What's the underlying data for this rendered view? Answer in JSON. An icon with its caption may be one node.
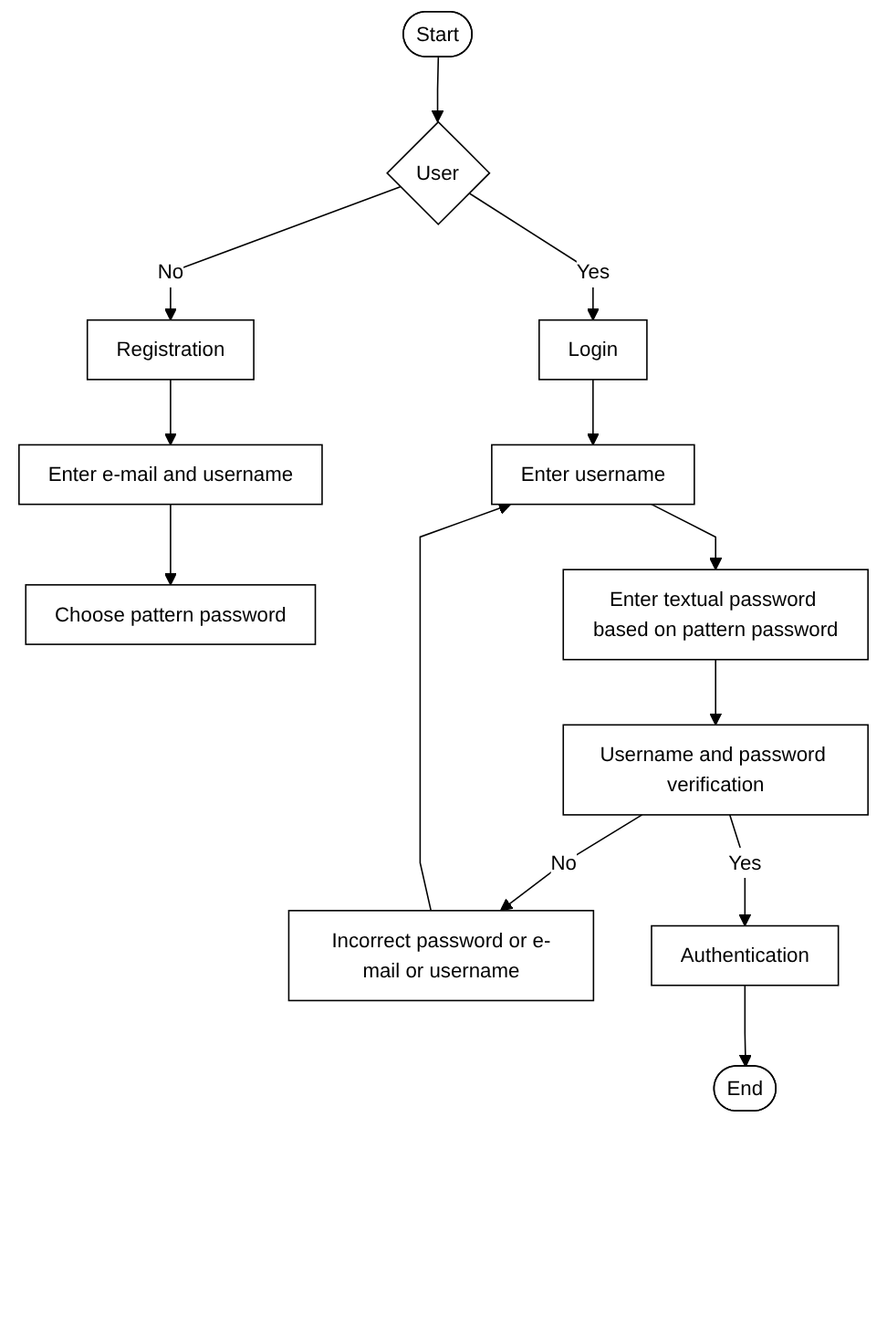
{
  "diagram": {
    "nodes": [
      {
        "text": [
          "Start"
        ]
      },
      {
        "text": [
          "User"
        ]
      },
      {
        "text": [
          "Registration"
        ]
      },
      {
        "text": [
          "Enter e-mail and username"
        ]
      },
      {
        "text": [
          "Choose pattern password"
        ]
      },
      {
        "text": [
          "Login"
        ]
      },
      {
        "text": [
          "Enter username"
        ]
      },
      {
        "text": [
          "Enter textual password based on pattern password"
        ]
      },
      {
        "text": [
          "Username and password verification"
        ]
      },
      {
        "text": [
          "Incorrect password or e-mail or username"
        ]
      },
      {
        "text": [
          "Authentication"
        ]
      },
      {
        "text": [
          "End"
        ]
      }
    ],
    "edges": [
      {
        "from": 0,
        "to": 1,
        "arrow": "to"
      },
      {
        "from": 1,
        "to": 2,
        "label": "No",
        "arrow": "to"
      },
      {
        "from": 2,
        "to": 3,
        "arrow": "to"
      },
      {
        "from": 3,
        "to": 4,
        "arrow": "to"
      },
      {
        "from": 1,
        "to": 5,
        "label": "Yes",
        "arrow": "to"
      },
      {
        "from": 5,
        "to": 6,
        "arrow": "to"
      },
      {
        "from": 6,
        "to": 7,
        "arrow": "to"
      },
      {
        "from": 7,
        "to": 8,
        "arrow": "to"
      },
      {
        "from": 8,
        "to": 9,
        "label": "No",
        "arrow": "to"
      },
      {
        "from": 9,
        "to": 6,
        "arrow": "to"
      },
      {
        "from": 8,
        "to": 10,
        "label": "Yes",
        "arrow": "to"
      },
      {
        "from": 10,
        "to": 11,
        "arrow": "to"
      }
    ]
  }
}
